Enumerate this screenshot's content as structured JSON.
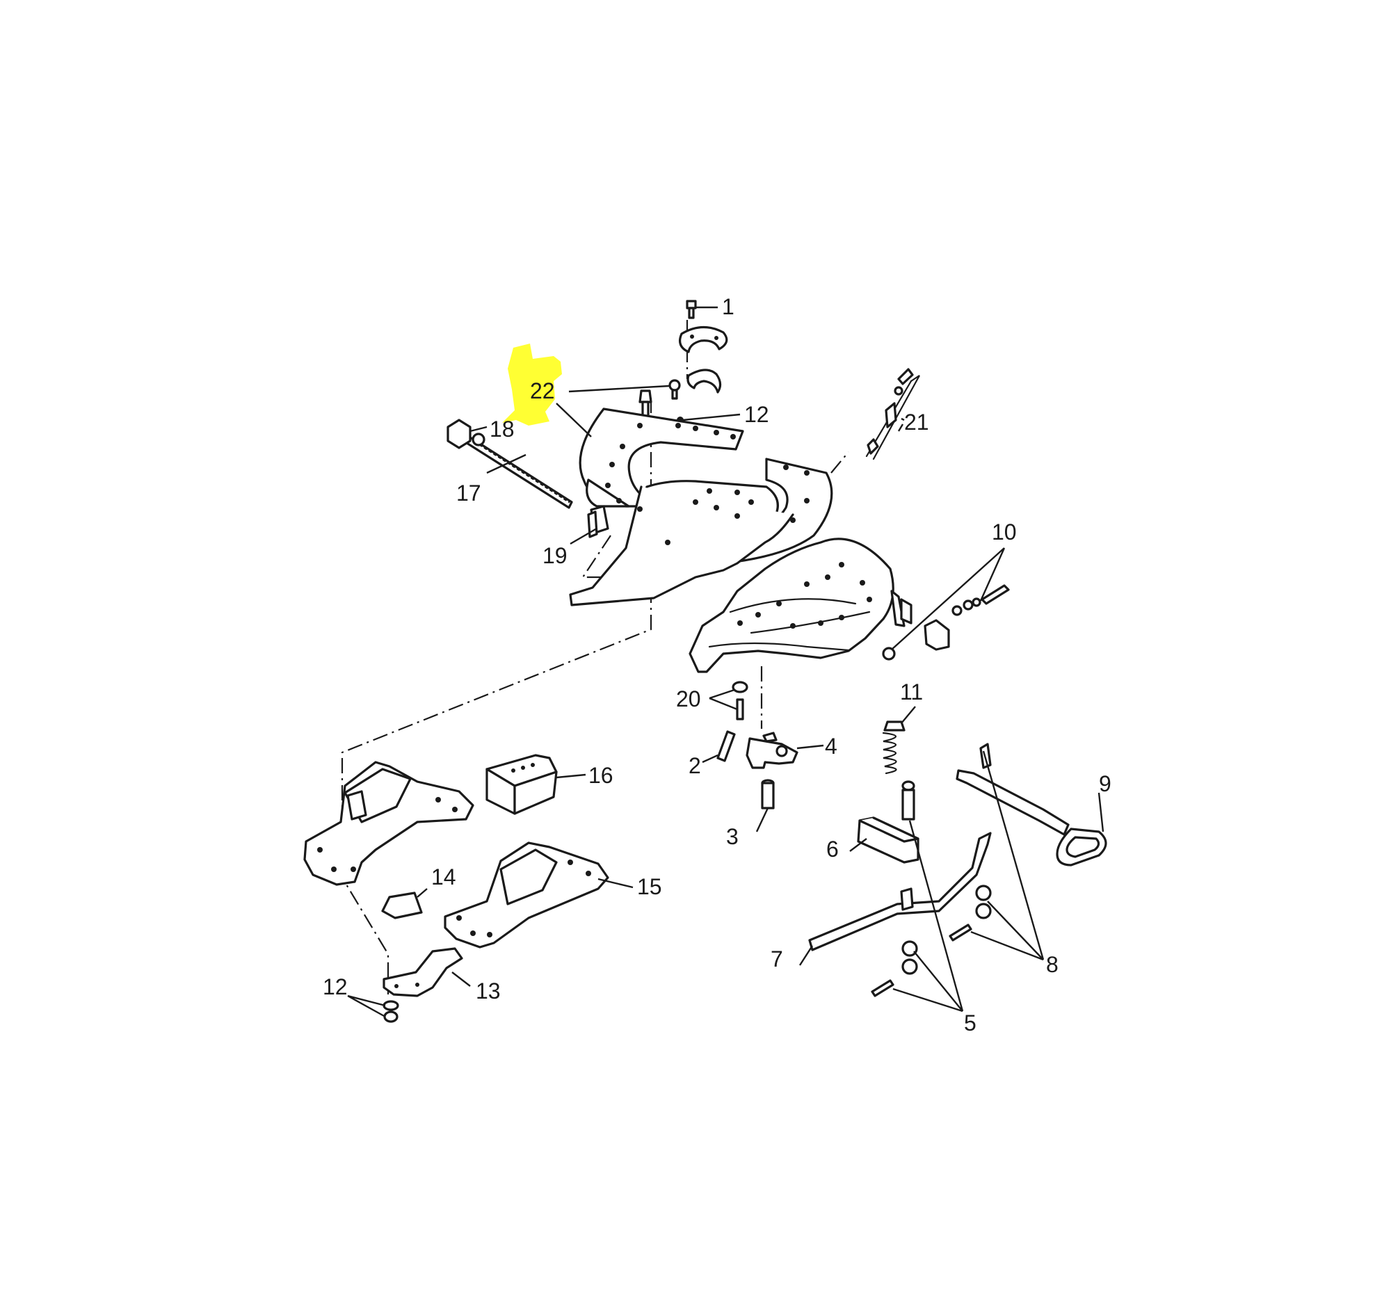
{
  "highlight_color": "#ffff33",
  "line_color": "#1a1a1a",
  "background": "#ffffff",
  "callouts": [
    {
      "id": "c1",
      "text": "1"
    },
    {
      "id": "c22",
      "text": "22",
      "highlighted": true
    },
    {
      "id": "c12a",
      "text": "12"
    },
    {
      "id": "c18",
      "text": "18"
    },
    {
      "id": "c21",
      "text": "21"
    },
    {
      "id": "c17",
      "text": "17"
    },
    {
      "id": "c19",
      "text": "19"
    },
    {
      "id": "c10",
      "text": "10"
    },
    {
      "id": "c20",
      "text": "20"
    },
    {
      "id": "c11",
      "text": "11"
    },
    {
      "id": "c4",
      "text": "4"
    },
    {
      "id": "c2",
      "text": "2"
    },
    {
      "id": "c16",
      "text": "16"
    },
    {
      "id": "c9",
      "text": "9"
    },
    {
      "id": "c3",
      "text": "3"
    },
    {
      "id": "c6",
      "text": "6"
    },
    {
      "id": "c14",
      "text": "14"
    },
    {
      "id": "c15",
      "text": "15"
    },
    {
      "id": "c7",
      "text": "7"
    },
    {
      "id": "c8",
      "text": "8"
    },
    {
      "id": "c12b",
      "text": "12"
    },
    {
      "id": "c13",
      "text": "13"
    },
    {
      "id": "c5",
      "text": "5"
    }
  ]
}
